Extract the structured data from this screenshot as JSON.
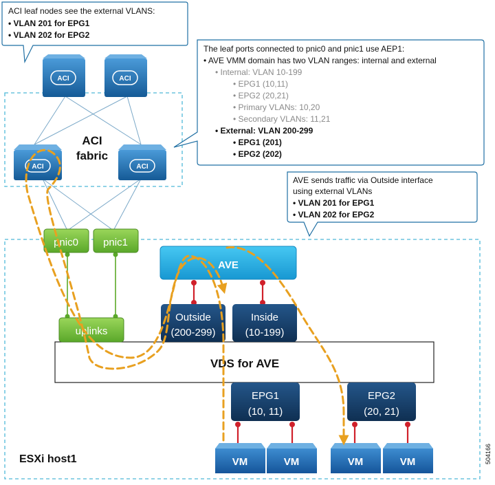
{
  "callout_leaf": {
    "title": "ACI leaf nodes see the external VLANS:",
    "items": [
      "VLAN 201 for EPG1",
      "VLAN 202 for EPG2"
    ]
  },
  "callout_aep": {
    "line1": "The leaf ports connected to pnic0 and pnic1 use AEP1:",
    "line2": "AVE VMM domain has two VLAN ranges: internal and external",
    "internal": "Internal: VLAN 10-199",
    "internal_items": [
      "EPG1 (10,11)",
      "EPG2 (20,21)",
      "Primary VLANs: 10,20",
      "Secondary VLANs: 11,21"
    ],
    "external": "External: VLAN 200-299",
    "external_items": [
      "EPG1 (201)",
      "EPG2 (202)"
    ]
  },
  "callout_ave": {
    "line1": "AVE sends traffic via Outside interface",
    "line2": "using external VLANs",
    "items": [
      "VLAN 201 for EPG1",
      "VLAN 202 for EPG2"
    ]
  },
  "fabric": {
    "label_line1": "ACI",
    "label_line2": "fabric",
    "switch_label": "ACI"
  },
  "host": {
    "label": "ESXi host1",
    "pnic0": "pnic0",
    "pnic1": "pnic1",
    "uplinks": "uplinks",
    "ave": "AVE",
    "outside_line1": "Outside",
    "outside_line2": "(200-299)",
    "inside_line1": "Inside",
    "inside_line2": "(10-199)",
    "vds": "VDS for AVE",
    "epg1_line1": "EPG1",
    "epg1_line2": "(10, 11)",
    "epg2_line1": "EPG2",
    "epg2_line2": "(20, 21)",
    "vm_label": "VM"
  },
  "figure_id": "504166",
  "colors": {
    "accent_dashed": "#4db8d8",
    "path_orange": "#e8a020",
    "switch_blue": "#1f6fb0",
    "ave_blue": "#1fb0e8",
    "port_navy": "#173f6b",
    "pnic_green": "#7cc242",
    "red_link": "#d0202a"
  }
}
